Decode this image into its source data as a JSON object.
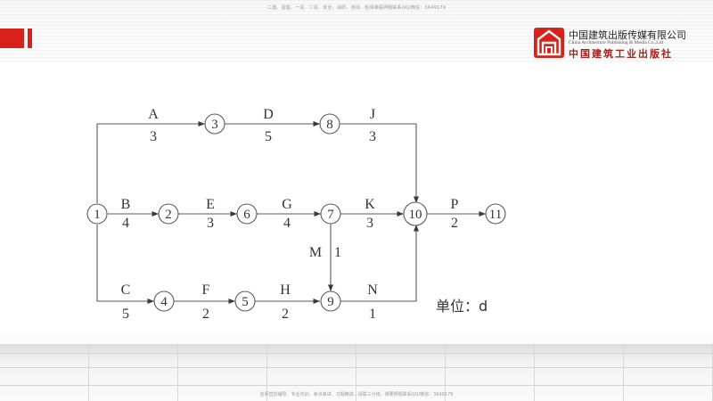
{
  "header_note": "二建、监理、一造、二造、安全、消防、咨询、检测课程押题联系QQ/微信：3649179",
  "footer_note": "名师直授辅导、专业内训、考点串讲、习题精讲，请联三分线，谁要押题联系QQ/微信：3649179",
  "logo": {
    "name_cn": "中国建筑出版传媒有限公司",
    "name_en": "China Architecture Publishing & Media Co.,Ltd",
    "name_cn2": "中国建筑工业出版社"
  },
  "network": {
    "nodes": [
      "1",
      "2",
      "3",
      "4",
      "5",
      "6",
      "7",
      "8",
      "9",
      "10",
      "11"
    ],
    "activities": [
      {
        "name": "A",
        "duration": "3"
      },
      {
        "name": "D",
        "duration": "5"
      },
      {
        "name": "J",
        "duration": "3"
      },
      {
        "name": "B",
        "duration": "4"
      },
      {
        "name": "E",
        "duration": "3"
      },
      {
        "name": "G",
        "duration": "4"
      },
      {
        "name": "K",
        "duration": "3"
      },
      {
        "name": "P",
        "duration": "2"
      },
      {
        "name": "M",
        "duration": "1"
      },
      {
        "name": "C",
        "duration": "5"
      },
      {
        "name": "F",
        "duration": "2"
      },
      {
        "name": "H",
        "duration": "2"
      },
      {
        "name": "N",
        "duration": "1"
      }
    ],
    "unit_label": "单位：d"
  },
  "colors": {
    "accent_red": "#d9211b",
    "line": "#5a5a5a"
  }
}
